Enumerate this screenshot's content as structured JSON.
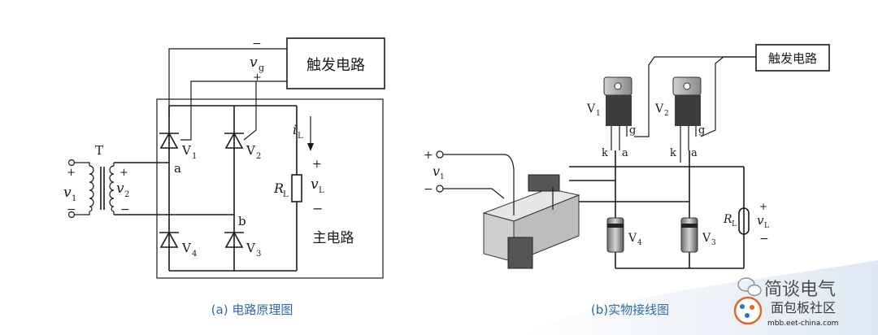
{
  "diagram_a": {
    "trigger_label": "触发电路",
    "main_label": "主电路",
    "transformer": "T",
    "vg": "v",
    "vg_sub": "g",
    "vg_minus": "−",
    "vg_plus": "+",
    "v1": "v",
    "v1_sub": "1",
    "v2": "v",
    "v2_sub": "2",
    "plus": "+",
    "minus": "−",
    "node_a": "a",
    "node_b": "b",
    "V1": "V",
    "V1_sub": "1",
    "V2": "V",
    "V2_sub": "2",
    "V3": "V",
    "V3_sub": "3",
    "V4": "V",
    "V4_sub": "4",
    "iL": "i",
    "iL_sub": "L",
    "RL": "R",
    "RL_sub": "L",
    "vL": "v",
    "vL_sub": "L",
    "caption": "(a) 电路原理图"
  },
  "diagram_b": {
    "trigger_label": "触发电路",
    "V1": "V",
    "V1_sub": "1",
    "V2": "V",
    "V2_sub": "2",
    "V3": "V",
    "V3_sub": "3",
    "V4": "V",
    "V4_sub": "4",
    "g": "g",
    "a": "a",
    "k": "k",
    "v1": "v",
    "v1_sub": "1",
    "plus": "+",
    "minus": "−",
    "RL": "R",
    "RL_sub": "L",
    "vL": "v",
    "vL_sub": "L",
    "caption": "(b)实物接线图"
  },
  "watermark": {
    "name": "简谈电气",
    "site": "mbb.eet-china.com",
    "logo_text": "面包板社区"
  }
}
